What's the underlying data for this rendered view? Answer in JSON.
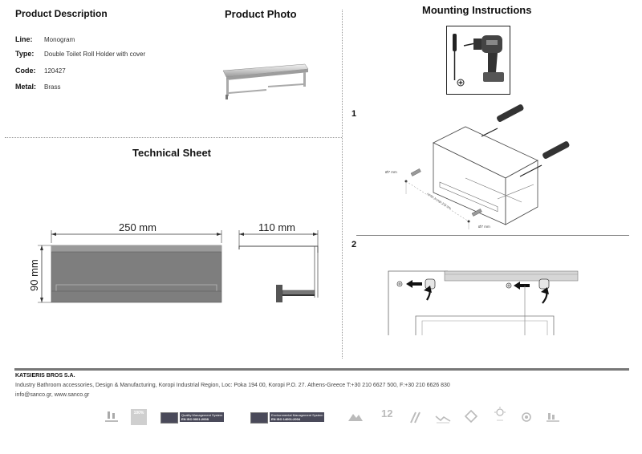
{
  "product_description": {
    "heading": "Product Description",
    "fields": [
      {
        "label": "Line:",
        "value": "Monogram"
      },
      {
        "label": "Type:",
        "value": "Double Toilet Roll Holder with cover"
      },
      {
        "label": "Code:",
        "value": "120427"
      },
      {
        "label": "Metal:",
        "value": "Brass"
      }
    ]
  },
  "product_photo": {
    "heading": "Product Photo"
  },
  "mounting": {
    "heading": "Mounting Instructions",
    "step1": "1",
    "step2": "2",
    "drill_label_a": "Ø7 mm",
    "drill_label_b": "Ø7 mm",
    "spacing_label": "center to hole 215 mm"
  },
  "technical_sheet": {
    "heading": "Technical Sheet",
    "width_label": "250 mm",
    "depth_label": "110 mm",
    "height_label": "90 mm"
  },
  "footer": {
    "company": "KATSIERIS BROS S.A.",
    "line1": "Industry Bathroom accessories, Design & Manufacturing, Koropi Industrial Region, Loc: Poka 194 00, Koropi P.O. 27. Athens-Greece   T:+30 210 6627 500, F:+30 210 6626 830",
    "line2": "info@sanco.gr, www.sanco.gr",
    "cert1_a": "Quality Management System",
    "cert1_b": "EN ISO 9001:2008",
    "cert2_a": "Environmental Management System",
    "cert2_b": "EN ISO 14001:2004",
    "badge_years": "12",
    "badge_pct": "100%"
  },
  "colors": {
    "divider": "#888888",
    "footer_bar": "#777777",
    "chrome": "#c8c8c8"
  }
}
